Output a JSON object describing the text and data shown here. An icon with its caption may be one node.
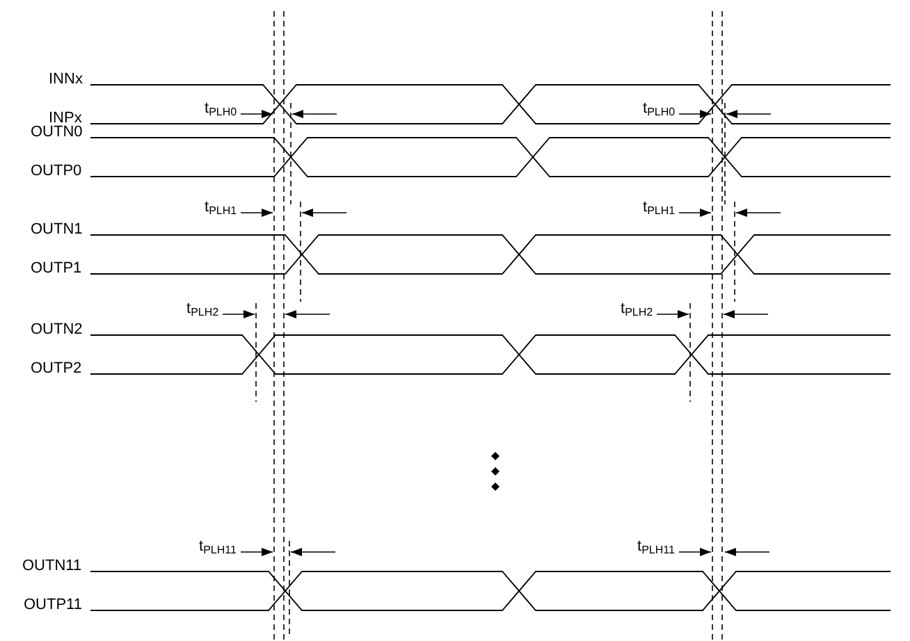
{
  "diagram": {
    "labels": [
      "INNx",
      "INPx",
      "t$_{PLH0}$",
      "t$_{PLH0}$",
      "OUTN0",
      "OUTP0",
      "t$_{PLH1}$",
      "t$_{PLH1}$",
      "OUTN1",
      "OUTP1",
      "t$_{PLH2}$",
      "t$_{PLH2}$",
      "OUTN2",
      "OUTP2",
      "t$_{PLH11}$",
      "t$_{PLH11}$",
      "OUTN11",
      "OUTP11"
    ]
  }
}
